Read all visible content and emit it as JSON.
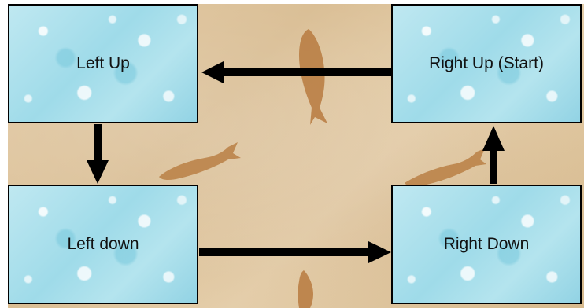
{
  "colors": {
    "box_fill": "#a8dde9",
    "background": "#dfc59d",
    "arrow": "#000000",
    "fish": "#b77a3f"
  },
  "boxes": {
    "left_up": {
      "label": "Left Up"
    },
    "right_up": {
      "label": "Right Up (Start)"
    },
    "left_down": {
      "label": "Left down"
    },
    "right_down": {
      "label": "Right Down"
    }
  },
  "arrows": [
    {
      "from": "right_up",
      "to": "left_up"
    },
    {
      "from": "left_up",
      "to": "left_down"
    },
    {
      "from": "left_down",
      "to": "right_down"
    },
    {
      "from": "right_down",
      "to": "right_up"
    }
  ]
}
